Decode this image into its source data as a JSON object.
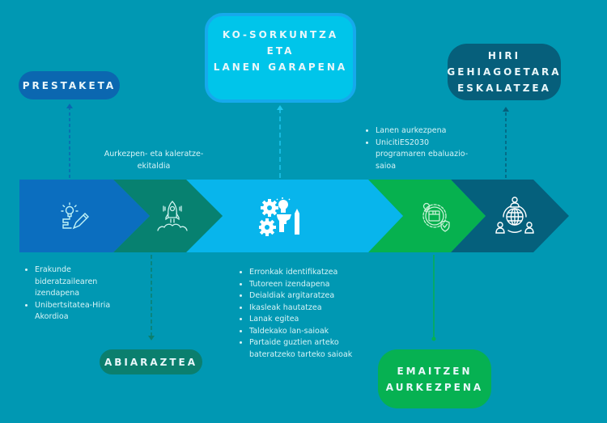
{
  "diagram": {
    "background": "#0098b3",
    "stages": [
      {
        "id": "prestaketa",
        "title_lines": [
          "PRESTAKETA"
        ],
        "color": "#0b67b0",
        "arrow_color": "#0b6ebf",
        "icon": "lightbulb-pencil-icon",
        "box_position": "top",
        "notes": [
          "Erakunde bideratzailearen izendapena",
          "Unibertsitatea-Hiria Akordioa"
        ]
      },
      {
        "id": "abiaraztea",
        "title_lines": [
          "ABIARAZTEA"
        ],
        "color": "#0b7f6e",
        "arrow_color": "#078170",
        "icon": "rocket-launch-icon",
        "box_position": "bottom",
        "notes_text": "Aurkezpen- eta kaleratze-ekitaldia"
      },
      {
        "id": "kosorkuntza",
        "title_lines": [
          "KO-SORKUNTZA ETA",
          "LANEN GARAPENA"
        ],
        "color": "#00c5ea",
        "arrow_color": "#08b5ec",
        "icon": "gears-lightbulb-pencil-icon",
        "box_position": "top",
        "notes": [
          "Erronkak identifikatzea",
          "Tutoreen izendapena",
          "Deialdiak argitaratzea",
          "Ikasleak hautatzea",
          "Lanak egitea",
          "Taldekako lan-saioak",
          "Partaide guztien arteko bateratzeko tarteko saioak"
        ]
      },
      {
        "id": "emaitzen",
        "title_lines": [
          "EMAITZEN",
          "AURKEZPENA"
        ],
        "color": "#06b152",
        "arrow_color": "#06b14f",
        "icon": "gear-box-shield-icon",
        "box_position": "bottom",
        "notes": [
          "Lanen aurkezpena",
          "UnicitiES2030 programaren ebaluazio-saioa"
        ]
      },
      {
        "id": "hiri",
        "title_lines": [
          "HIRI",
          "GEHIAGOETARA",
          "ESKALATZEA"
        ],
        "color": "#065f7b",
        "arrow_color": "#05607c",
        "icon": "globe-people-icon",
        "box_position": "top"
      }
    ]
  }
}
